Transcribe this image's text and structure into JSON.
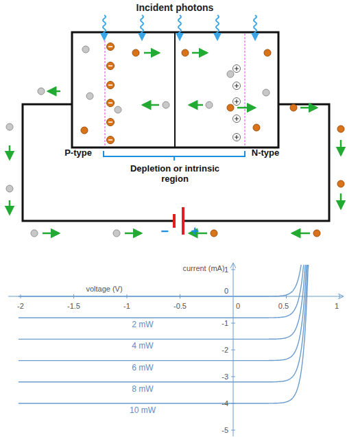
{
  "diagram": {
    "labels": [
      "Incident photons",
      "P-type",
      "N-type",
      "Depletion or intrinsic region",
      "−",
      "+",
      "current (mA)",
      "voltage (V)",
      "-2",
      "-1.5",
      "-1",
      "-0.5",
      "0",
      "0.5",
      "1",
      "1",
      "0",
      "-1",
      "-2",
      "-3",
      "-4",
      "-5",
      "2 mW",
      "4 mW",
      "6 mW",
      "8 mW",
      "10 mW"
    ]
  }
}
